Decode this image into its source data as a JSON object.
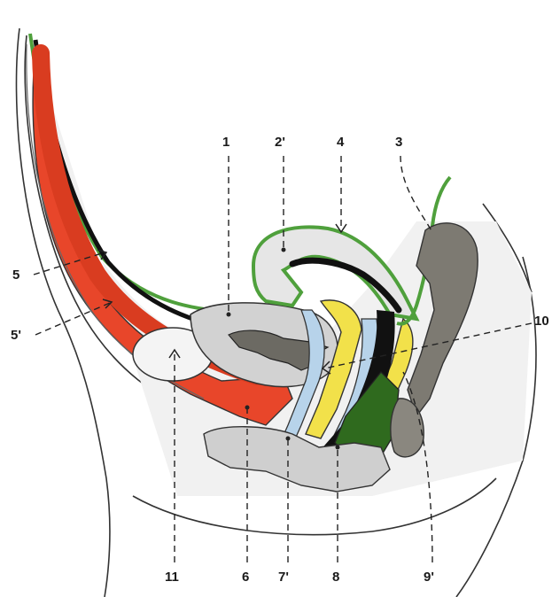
{
  "figure": {
    "labels": {
      "l1": "1",
      "l2p": "2'",
      "l4": "4",
      "l3": "3",
      "l5": "5",
      "l5p": "5'",
      "l10": "10",
      "l11": "11",
      "l6": "6",
      "l7p": "7'",
      "l8": "8",
      "l9p": "9'"
    },
    "colors": {
      "peritoneum": "#4fa03c",
      "red_layer": "#e8462a",
      "yellow_layer": "#f2e14a",
      "blue_layer": "#b7d3ea",
      "dark_green": "#2f6a1e",
      "gray_tissue": "#c9c9c9",
      "dark_gray": "#7d7a72",
      "black": "#111111"
    }
  }
}
